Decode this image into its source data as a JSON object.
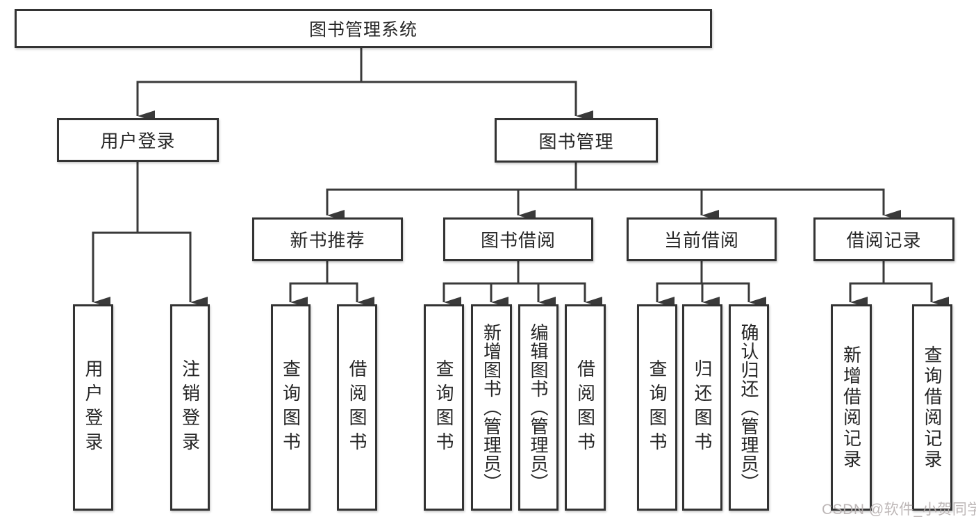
{
  "diagram": {
    "root": {
      "label": "图书管理系统"
    },
    "user_login": {
      "label": "用户登录",
      "children": {
        "login": {
          "label": "用户登录"
        },
        "logout": {
          "label": "注销登录"
        }
      }
    },
    "book_management": {
      "label": "图书管理",
      "new_book_recommend": {
        "label": "新书推荐",
        "children": {
          "query_books": {
            "label": "查询图书"
          },
          "borrow_books": {
            "label": "借阅图书"
          }
        }
      },
      "book_borrowing": {
        "label": "图书借阅",
        "children": {
          "query_books": {
            "label": "查询图书"
          },
          "add_books_admin": {
            "label": "新增图书（管理员）"
          },
          "edit_books_admin": {
            "label": "编辑图书（管理员）"
          },
          "borrow_books": {
            "label": "借阅图书"
          }
        }
      },
      "current_borrowing": {
        "label": "当前借阅",
        "children": {
          "query_books": {
            "label": "查询图书"
          },
          "return_books": {
            "label": "归还图书"
          },
          "confirm_return_admin": {
            "label": "确认归还（管理员）"
          }
        }
      },
      "borrowing_records": {
        "label": "借阅记录",
        "children": {
          "add_record": {
            "label": "新增借阅记录"
          },
          "query_record": {
            "label": "查询借阅记录"
          }
        }
      }
    },
    "colors": {
      "line": "#3a3a3a",
      "box_border": "#333333",
      "box_fill": "#ffffff",
      "text": "#262626",
      "watermark": "#b8b1b1"
    }
  },
  "watermark": {
    "text": "CSDN @软件_小贺同学"
  }
}
